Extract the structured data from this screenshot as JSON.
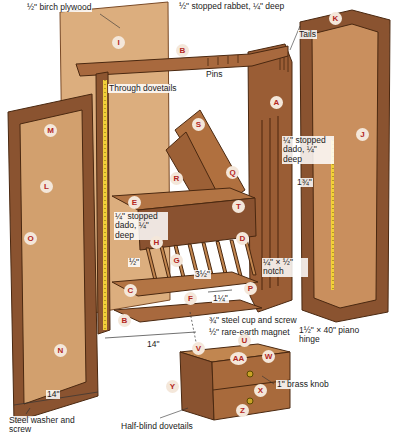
{
  "diagram": {
    "labels": [
      "½\" birch plywood",
      "½\" stopped rabbet, ¼\" deep",
      "Tails",
      "K",
      "I",
      "B",
      "Pins",
      "Through dovetails",
      "A",
      "M",
      "J",
      "¼\" stopped dado, ¼\" deep",
      "L",
      "S",
      "Q",
      "R",
      "1¾\"",
      "E",
      "O",
      "T",
      "¼\" stopped dado, ¼\" deep",
      "H",
      "G",
      "D",
      "½\"",
      "3½\"",
      "¼\" × ½\" notch",
      "C",
      "F",
      "P",
      "1¼\"",
      "B",
      "¾\" steel cup and screw",
      "½\" rare-earth magnet",
      "1½\" × 40\" piano hinge",
      "14\"",
      "N",
      "V",
      "U",
      "AA",
      "W",
      "Y",
      "1\" brass knob",
      "X",
      "Z",
      "14\"",
      "Steel washer and screw",
      "Half-blind dovetails"
    ]
  }
}
